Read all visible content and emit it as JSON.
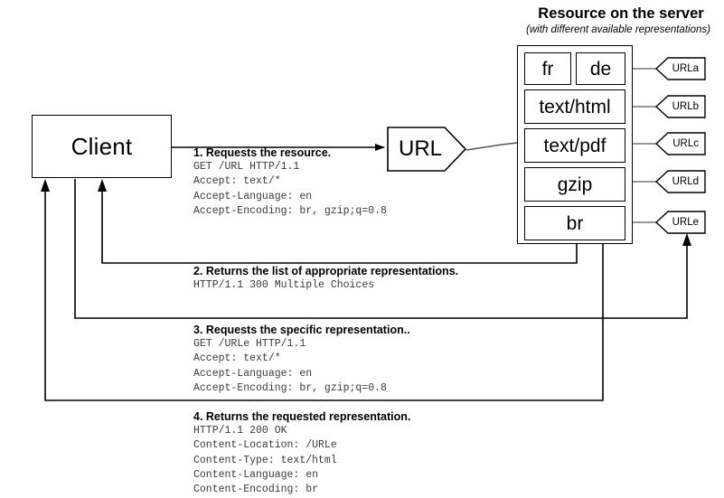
{
  "diagram": {
    "client": {
      "label": "Client"
    },
    "url_node": {
      "label": "URL"
    },
    "server": {
      "title": "Resource on the server",
      "subtitle": "(with different available representations)",
      "representations": [
        {
          "label": "fr"
        },
        {
          "label": "de"
        },
        {
          "label": "text/html"
        },
        {
          "label": "text/pdf"
        },
        {
          "label": "gzip"
        },
        {
          "label": "br"
        }
      ],
      "url_tags": [
        {
          "label": "URLa"
        },
        {
          "label": "URLb"
        },
        {
          "label": "URLc"
        },
        {
          "label": "URLd"
        },
        {
          "label": "URLe"
        }
      ]
    },
    "steps": [
      {
        "title": "1. Requests the resource.",
        "code": "GET /URL HTTP/1.1\nAccept: text/*\nAccept-Language: en\nAccept-Encoding: br, gzip;q=0.8"
      },
      {
        "title": "2. Returns the list of  appropriate representations.",
        "code": "HTTP/1.1 300 Multiple Choices"
      },
      {
        "title": "3. Requests the specific representation..",
        "code": "GET /URLe HTTP/1.1\nAccept: text/*\nAccept-Language: en\nAccept-Encoding: br, gzip;q=0.8"
      },
      {
        "title": "4. Returns the requested representation.",
        "code": "HTTP/1.1 200 OK\nContent-Location: /URLe\nContent-Type: text/html\nContent-Language: en\nContent-Encoding: br"
      }
    ],
    "colors": {
      "stroke": "#000000",
      "background": "#ffffff",
      "code_text": "#3a3a3a",
      "connector_gray": "#888888"
    }
  }
}
